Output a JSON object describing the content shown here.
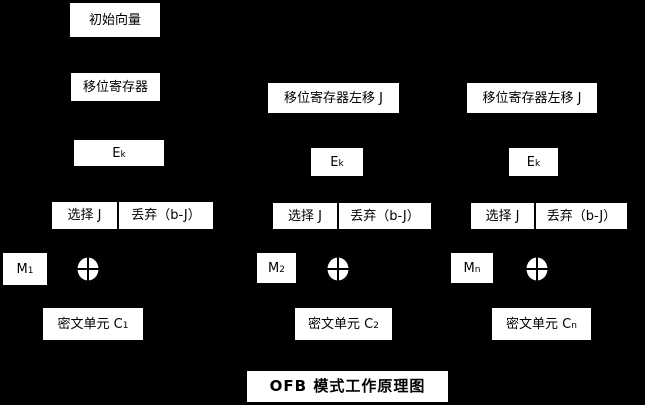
{
  "diagram": {
    "title": "OFB 模式工作原理图",
    "initial_vector_label": "初始向量",
    "colors": {
      "background": "#000000",
      "box_fill": "#ffffff",
      "box_text": "#000000"
    },
    "columns": [
      {
        "shift_register_label": "移位寄存器",
        "cipher_label": "E",
        "cipher_subscript": "k",
        "select_label": "选择 J",
        "discard_label": "丢弃（b-J）",
        "message_label": "M",
        "message_subscript": "1",
        "ciphertext_label": "密文单元 C",
        "ciphertext_subscript": "1"
      },
      {
        "shift_register_label": "移位寄存器左移 J",
        "cipher_label": "E",
        "cipher_subscript": "k",
        "select_label": "选择 J",
        "discard_label": "丢弃（b-J）",
        "message_label": "M",
        "message_subscript": "2",
        "ciphertext_label": "密文单元 C",
        "ciphertext_subscript": "2"
      },
      {
        "shift_register_label": "移位寄存器左移 J",
        "cipher_label": "E",
        "cipher_subscript": "k",
        "select_label": "选择 J",
        "discard_label": "丢弃（b-J）",
        "message_label": "M",
        "message_subscript": "n",
        "ciphertext_label": "密文单元 C",
        "ciphertext_subscript": "n"
      }
    ]
  }
}
